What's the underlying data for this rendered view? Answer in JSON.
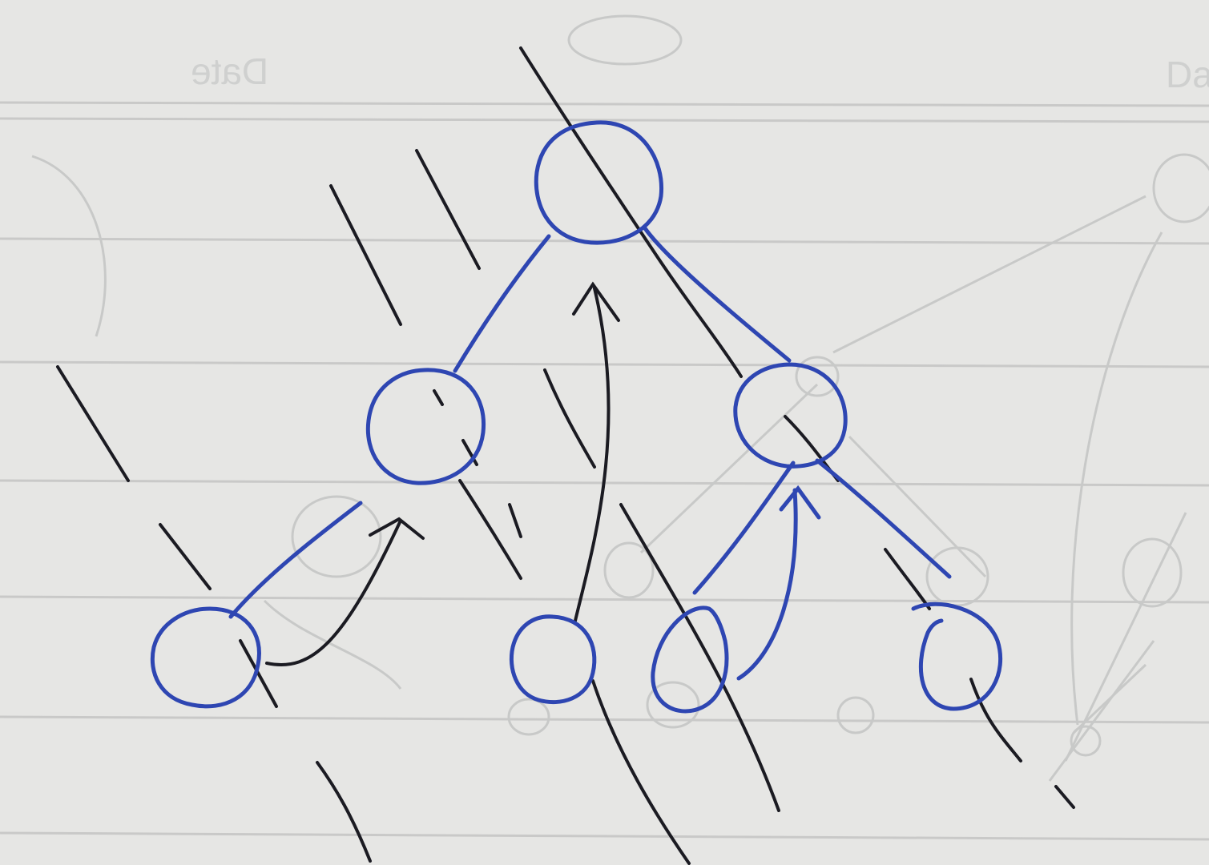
{
  "diagram": {
    "type": "binary-tree-sketch",
    "nodes": [
      "root",
      "left-child",
      "right-child",
      "leaf-1",
      "leaf-2",
      "leaf-3",
      "leaf-4"
    ],
    "edges": [
      [
        "root",
        "left-child"
      ],
      [
        "root",
        "right-child"
      ],
      [
        "left-child",
        "leaf-1"
      ],
      [
        "right-child",
        "leaf-3"
      ],
      [
        "right-child",
        "leaf-4"
      ]
    ],
    "arrows": [
      [
        "leaf-1",
        "left-child"
      ],
      [
        "leaf-2",
        "root"
      ],
      [
        "leaf-3",
        "right-child"
      ]
    ]
  },
  "colors": {
    "paper": "#e6e6e4",
    "ruled_line": "#c9c9c8",
    "pen_blue": "#2e46b2",
    "pen_black": "#1b1b22",
    "bleed_through": "#c8c9c8"
  },
  "bleed_text": {
    "left": "Date",
    "right": "Da"
  }
}
